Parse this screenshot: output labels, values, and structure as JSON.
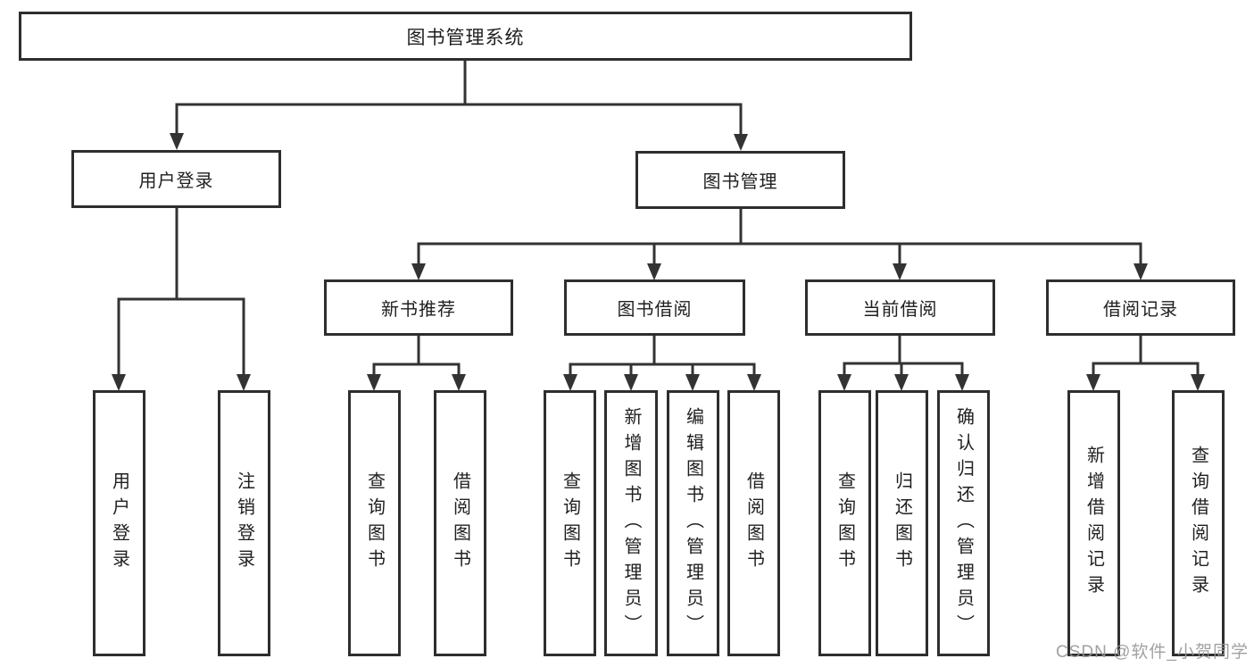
{
  "diagram": {
    "root": {
      "label": "图书管理系统"
    },
    "branches": [
      {
        "label": "用户登录",
        "children": [
          {
            "label": "用户登录"
          },
          {
            "label": "注销登录"
          }
        ]
      },
      {
        "label": "图书管理",
        "children": [
          {
            "label": "新书推荐",
            "children": [
              {
                "label": "查询图书"
              },
              {
                "label": "借阅图书"
              }
            ]
          },
          {
            "label": "图书借阅",
            "children": [
              {
                "label": "查询图书"
              },
              {
                "label": "新增图书（管理员）"
              },
              {
                "label": "编辑图书（管理员）"
              },
              {
                "label": "借阅图书"
              }
            ]
          },
          {
            "label": "当前借阅",
            "children": [
              {
                "label": "查询图书"
              },
              {
                "label": "归还图书"
              },
              {
                "label": "确认归还（管理员）"
              }
            ]
          },
          {
            "label": "借阅记录",
            "children": [
              {
                "label": "新增借阅记录"
              },
              {
                "label": "查询借阅记录"
              }
            ]
          }
        ]
      }
    ],
    "watermark": "CSDN @软件_小贺同学",
    "colors": {
      "line": "#333333",
      "box_border": "#2e2e2e",
      "box_background": "#ffffff",
      "text": "#1f1f1f",
      "watermark": "#989698"
    }
  }
}
